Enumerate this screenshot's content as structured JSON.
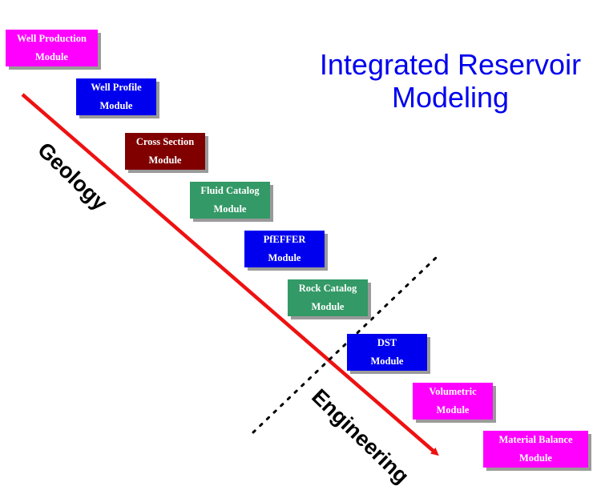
{
  "title": {
    "line1": "Integrated Reservoir",
    "line2": "Modeling"
  },
  "axis_labels": {
    "geology": "Geology",
    "engineering": "Engineering"
  },
  "colors": {
    "arrow": "#ee1111",
    "title": "#0000ee",
    "magenta": "#ff00ff",
    "blue": "#0000ee",
    "maroon": "#800000",
    "green": "#339966"
  },
  "modules": [
    {
      "line1": "Well Production",
      "line2": "Module",
      "color": "#ff00ff"
    },
    {
      "line1": "Well Profile",
      "line2": "Module",
      "color": "#0000ee"
    },
    {
      "line1": "Cross Section",
      "line2": "Module",
      "color": "#800000"
    },
    {
      "line1": "Fluid Catalog",
      "line2": "Module",
      "color": "#339966"
    },
    {
      "line1": "PfEFFER",
      "line2": "Module",
      "color": "#0000ee"
    },
    {
      "line1": "Rock Catalog",
      "line2": "Module",
      "color": "#339966"
    },
    {
      "line1": "DST",
      "line2": "Module",
      "color": "#0000ee"
    },
    {
      "line1": "Volumetric",
      "line2": "Module",
      "color": "#ff00ff"
    },
    {
      "line1": "Material Balance",
      "line2": "Module",
      "color": "#ff00ff"
    }
  ]
}
